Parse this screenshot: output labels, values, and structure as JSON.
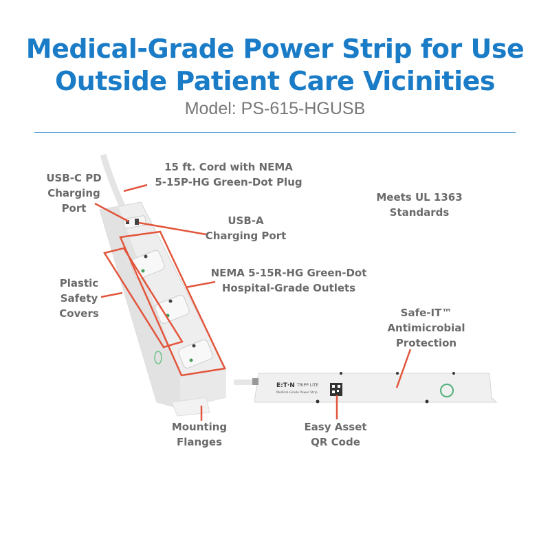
{
  "header": {
    "title_line1": "Medical-Grade Power Strip for Use",
    "title_line2": "Outside Patient Care Vicinities",
    "model": "Model: PS-615-HGUSB"
  },
  "callouts": {
    "cord": [
      "15 ft. Cord with NEMA",
      "5-15P-HG Green-Dot Plug"
    ],
    "usb_c": [
      "USB-C PD",
      "Charging",
      "Port"
    ],
    "usb_a": [
      "USB-A",
      "Charging Port"
    ],
    "outlets": [
      "NEMA 5-15R-HG Green-Dot",
      "Hospital-Grade Outlets"
    ],
    "covers": [
      "Plastic",
      "Safety",
      "Covers"
    ],
    "ul": [
      "Meets UL 1363",
      "Standards"
    ],
    "safe_it": [
      "Safe-IT™",
      "Antimicrobial",
      "Protection"
    ],
    "flanges": [
      "Mounting",
      "Flanges"
    ],
    "qr": [
      "Easy Asset",
      "QR Code"
    ]
  },
  "product_label": {
    "brand": "E:T·N",
    "sub_brand": "TRIPP LITE",
    "product": "Medical-Grade Power Strip"
  },
  "colors": {
    "title": "#1a7bc6",
    "callout_line": "#e2553b",
    "label": "#6a6a6a"
  }
}
